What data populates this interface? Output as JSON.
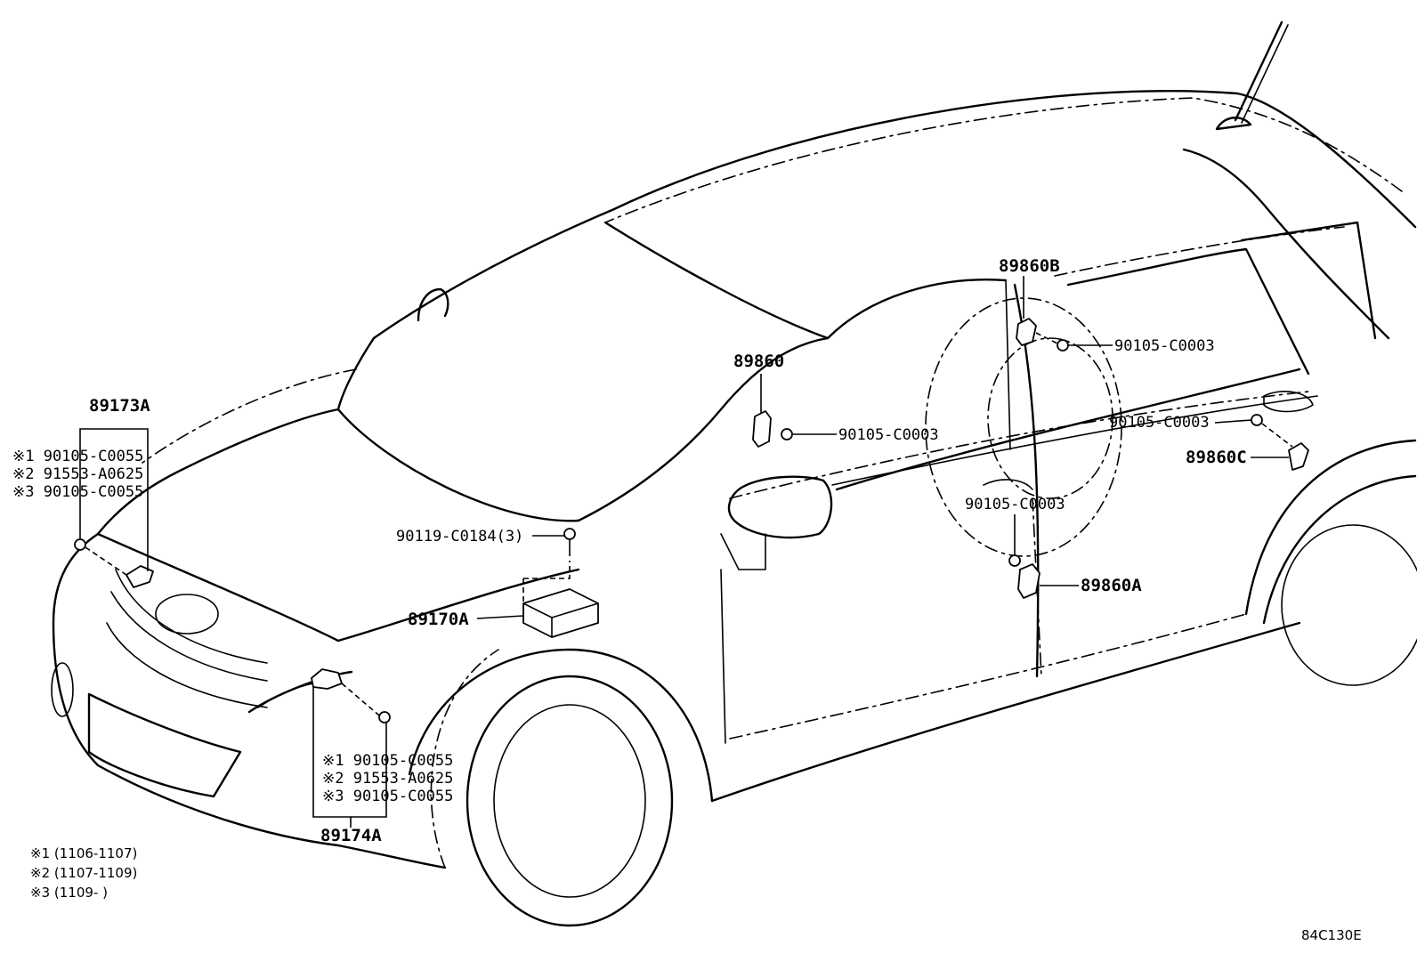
{
  "labels": {
    "p89173A": "89173A",
    "p89174A": "89174A",
    "p89170A": "89170A",
    "p89860": "89860",
    "p89860A": "89860A",
    "p89860B": "89860B",
    "p89860C": "89860C",
    "bolt_89860": "90105-C0003",
    "bolt_89860B": "90105-C0003",
    "bolt_89860C": "90105-C0003",
    "bolt_89860A": "90105-C0003",
    "bolt_89170A": "90119-C0184(3)"
  },
  "sensor_89173A_bolts": [
    "※1 90105-C0055",
    "※2 91553-A0625",
    "※3 90105-C0055"
  ],
  "sensor_89174A_bolts": [
    "※1 90105-C0055",
    "※2 91553-A0625",
    "※3 90105-C0055"
  ],
  "footnotes": [
    "※1 (1106-1107)",
    "※2 (1107-1109)",
    "※3 (1109-      )"
  ],
  "diagram_code": "84C130E"
}
